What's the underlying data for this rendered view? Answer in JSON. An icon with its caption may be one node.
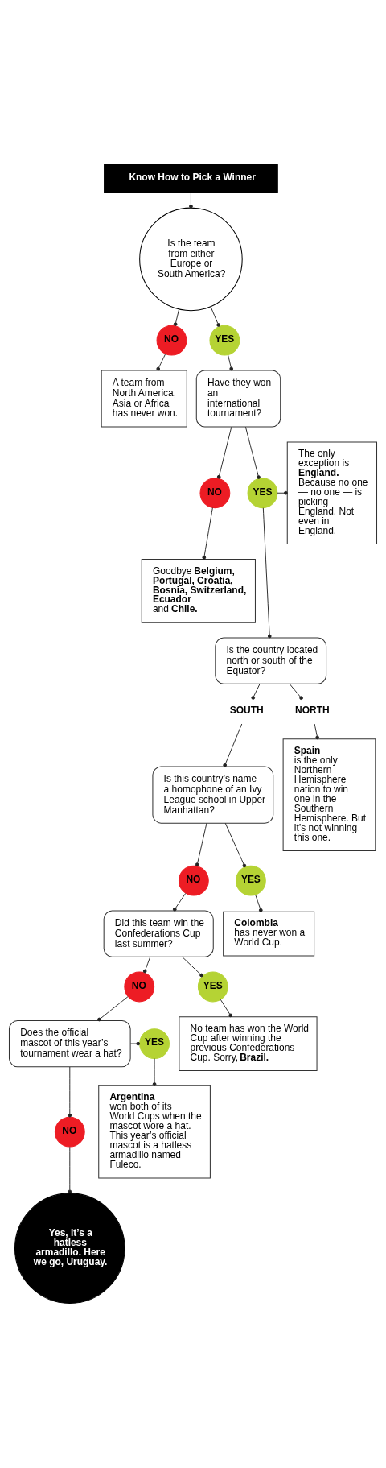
{
  "diagram": {
    "nodes": [
      {
        "text": [
          "Know How to Pick a Winner"
        ]
      },
      {
        "text": [
          "Is the team from either Europe or South America?"
        ]
      },
      {
        "text": [
          "NO"
        ]
      },
      {
        "text": [
          "YES"
        ]
      },
      {
        "text": [
          "A team from North America, Asia or Africa has never won."
        ]
      },
      {
        "text": [
          "Have they won an international tournament?"
        ]
      },
      {
        "text": [
          "NO"
        ]
      },
      {
        "text": [
          "YES"
        ]
      },
      {
        "text": [
          "The only exception is **England.** Because no one — no one — is picking England. Not even in England."
        ]
      },
      {
        "text": [
          "Goodbye **Belgium, Portugal, Croatia, Bosnia, Switzerland, Ecuador** and **Chile.**"
        ]
      },
      {
        "text": [
          "Is the country located north or south of the Equator?"
        ]
      },
      {
        "text": [
          "SOUTH"
        ]
      },
      {
        "text": [
          "Is this country’s name a homophone of an Ivy League school in Upper Manhattan?"
        ]
      },
      {
        "text": [
          "NORTH"
        ]
      },
      {
        "text": [
          "NO"
        ]
      },
      {
        "text": [
          "YES"
        ]
      },
      {
        "text": [
          "**Colombia** has never won a World Cup."
        ]
      },
      {
        "text": [
          "**Spain** is the only Northern Hemisphere nation to win one in the Southern Hemisphere. But it’s not winning this one."
        ]
      },
      {
        "text": [
          "Did this team win the Confederations Cup last summer?"
        ]
      },
      {
        "text": [
          "NO"
        ]
      },
      {
        "text": [
          "YES"
        ]
      },
      {
        "text": [
          "No team has won the World Cup after winning the previous Confederations Cup. Sorry, **Brazil.**"
        ]
      },
      {
        "text": [
          "Does the official mascot of this year’s tournament wear a hat?"
        ]
      },
      {
        "text": [
          "YES"
        ]
      },
      {
        "text": [
          "NO"
        ]
      },
      {
        "text": [
          "**Argentina** won both of its World Cups when the mascot wore a hat. This year’s official mascot is a hatless armadillo named Fuleco."
        ]
      },
      {
        "text": [
          "Yes, it’s a hatless armadillo. Here we go, **Uruguay.**"
        ]
      }
    ],
    "edges": [
      {
        "from": 0,
        "to": 1,
        "arrow": "other"
      },
      {
        "from": 1,
        "to": 2,
        "arrow": "other"
      },
      {
        "from": 1,
        "to": 3,
        "arrow": "other"
      },
      {
        "from": 2,
        "to": 4,
        "arrow": "other"
      },
      {
        "from": 3,
        "to": 5,
        "arrow": "other"
      },
      {
        "from": 5,
        "to": 6,
        "arrow": "other"
      },
      {
        "from": 5,
        "to": 7,
        "arrow": "other"
      },
      {
        "from": 7,
        "to": 8,
        "arrow": "other"
      },
      {
        "from": 6,
        "to": 9,
        "arrow": "other"
      },
      {
        "from": 7,
        "to": 10,
        "arrow": "other"
      },
      {
        "from": 10,
        "to": 11,
        "arrow": "other"
      },
      {
        "from": 11,
        "to": 12,
        "arrow": "other"
      },
      {
        "from": 10,
        "to": 13,
        "arrow": "other"
      },
      {
        "from": 13,
        "to": 17,
        "arrow": "other"
      },
      {
        "from": 12,
        "to": 14,
        "arrow": "other"
      },
      {
        "from": 12,
        "to": 15,
        "arrow": "other"
      },
      {
        "from": 15,
        "to": 16,
        "arrow": "other"
      },
      {
        "from": 14,
        "to": 18,
        "arrow": "other"
      },
      {
        "from": 18,
        "to": 19,
        "arrow": "other"
      },
      {
        "from": 18,
        "to": 20,
        "arrow": "other"
      },
      {
        "from": 20,
        "to": 21,
        "arrow": "other"
      },
      {
        "from": 19,
        "to": 22,
        "arrow": "other"
      },
      {
        "from": 22,
        "to": 23,
        "arrow": "other"
      },
      {
        "from": 22,
        "to": 24,
        "arrow": "other"
      },
      {
        "from": 23,
        "to": 25,
        "arrow": "other"
      },
      {
        "from": 24,
        "to": 26,
        "arrow": "other"
      }
    ]
  }
}
